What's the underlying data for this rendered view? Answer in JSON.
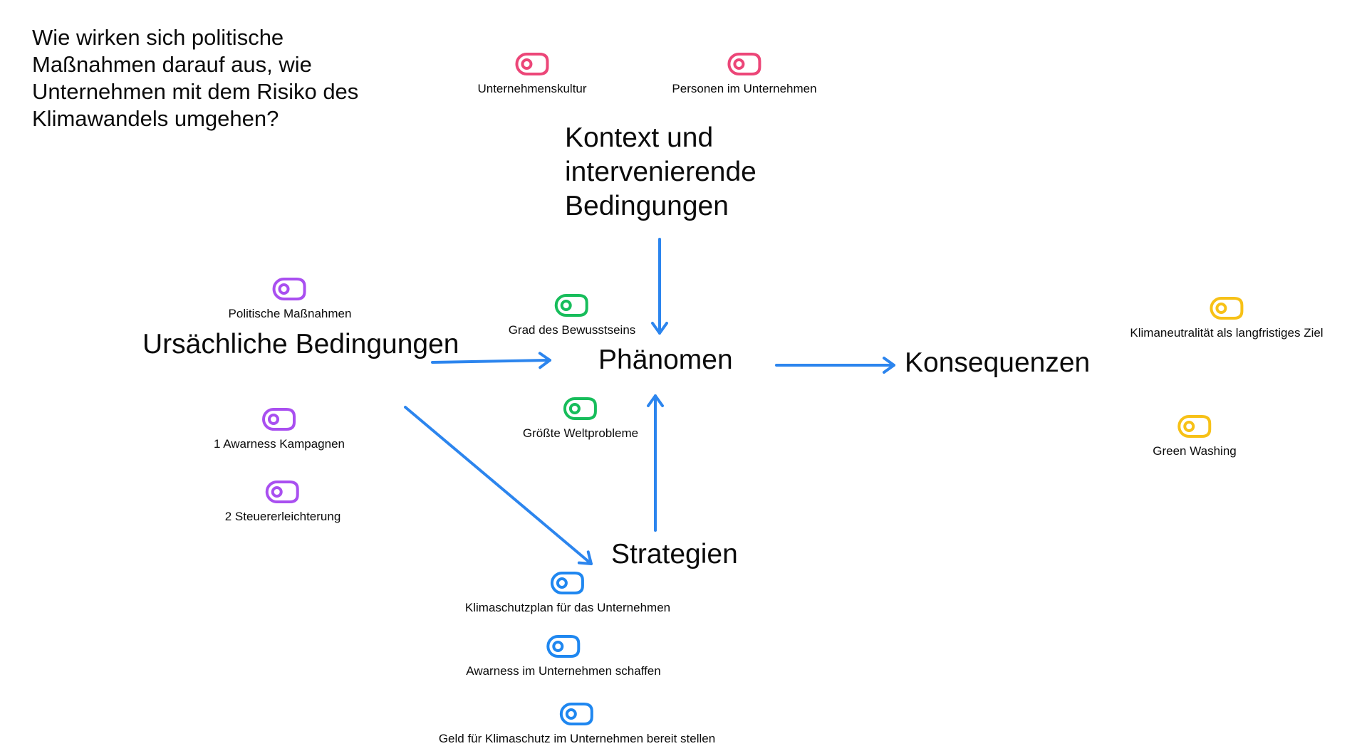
{
  "question": "Wie wirken sich politische\nMaßnahmen darauf aus, wie\nUnternehmen mit dem Risiko des\nKlimawandels umgehen?",
  "headings": {
    "kontext": "Kontext und\nintervenierende\nBedingungen",
    "ursaechliche": "Ursächliche Bedingungen",
    "phaenomen": "Phänomen",
    "konsequenzen": "Konsequenzen",
    "strategien": "Strategien"
  },
  "codes": [
    {
      "label": "Unternehmenskultur",
      "color": "pink"
    },
    {
      "label": "Personen im Unternehmen",
      "color": "pink"
    },
    {
      "label": "Politische Maßnahmen",
      "color": "purple"
    },
    {
      "label": "1 Awarness Kampagnen",
      "color": "purple"
    },
    {
      "label": "2 Steuererleichterung",
      "color": "purple"
    },
    {
      "label": "Grad des Bewusstseins",
      "color": "green"
    },
    {
      "label": "Größte Weltprobleme",
      "color": "green"
    },
    {
      "label": "Klimaneutralität als langfristiges Ziel",
      "color": "yellow"
    },
    {
      "label": "Green Washing",
      "color": "yellow"
    },
    {
      "label": "Klimaschutzplan für das Unternehmen",
      "color": "blue"
    },
    {
      "label": "Awarness im Unternehmen schaffen",
      "color": "blue"
    },
    {
      "label": "Geld für Klimaschutz im Unternehmen bereit stellen",
      "color": "blue"
    }
  ],
  "arrows": [
    {
      "from": "Kontext und intervenierende Bedingungen",
      "to": "Phänomen"
    },
    {
      "from": "Ursächliche Bedingungen",
      "to": "Phänomen"
    },
    {
      "from": "Phänomen",
      "to": "Konsequenzen"
    },
    {
      "from": "Ursächliche Bedingungen",
      "to": "Strategien"
    },
    {
      "from": "Strategien",
      "to": "Phänomen"
    }
  ],
  "colors": {
    "pink": "#EC4678",
    "purple": "#A94FF0",
    "green": "#17BD5B",
    "blue": "#1F87F0",
    "yellow": "#F7C117",
    "arrow": "#2C85EE"
  }
}
